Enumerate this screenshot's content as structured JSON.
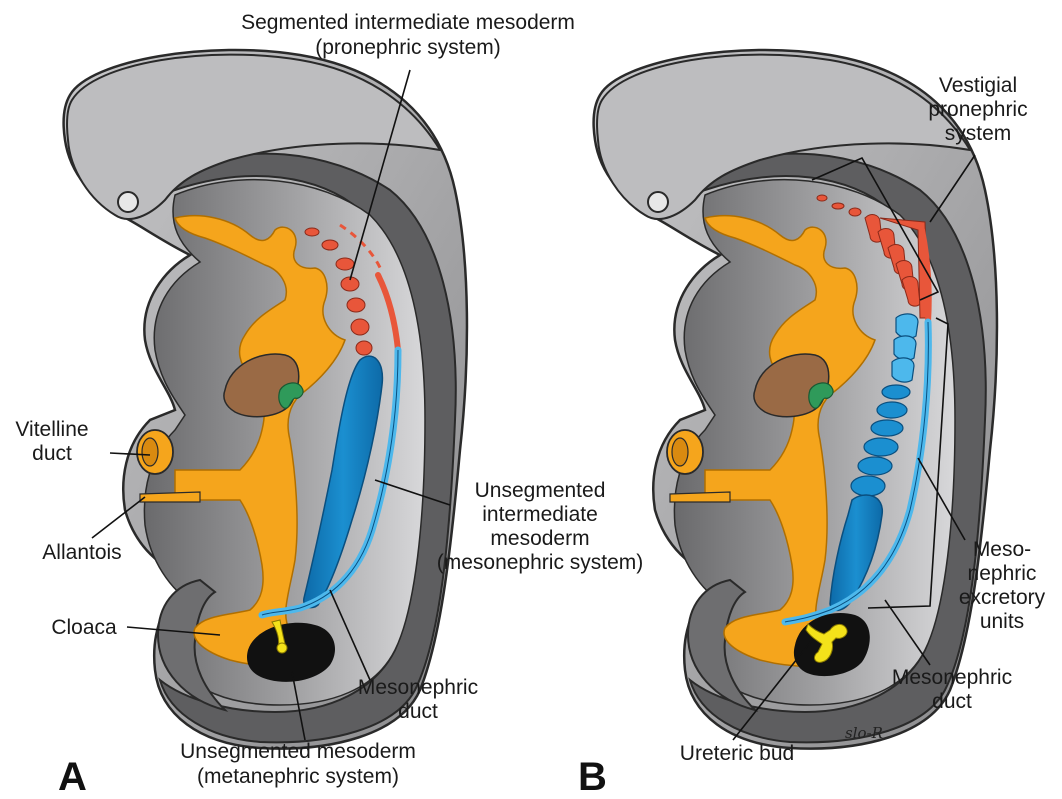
{
  "panels": {
    "a": {
      "letter": "A"
    },
    "b": {
      "letter": "B"
    }
  },
  "labels": {
    "segmented_intermediate_mesoderm": [
      "Segmented intermediate mesoderm",
      "(pronephric system)"
    ],
    "vitelline_duct": [
      "Vitelline",
      "duct"
    ],
    "allantois": [
      "Allantois"
    ],
    "cloaca": [
      "Cloaca"
    ],
    "unsegmented_intermediate_mesoderm": [
      "Unsegmented",
      "intermediate",
      "mesoderm",
      "(mesonephric system)"
    ],
    "mesonephric_duct_a": [
      "Mesonephric",
      "duct"
    ],
    "unsegmented_mesoderm": [
      "Unsegmented mesoderm",
      "(metanephric system)"
    ],
    "vestigial_pronephric_system": [
      "Vestigial",
      "pronephric",
      "system"
    ],
    "mesonephric_excretory_units": [
      "Meso-",
      "nephric",
      "excretory",
      "units"
    ],
    "mesonephric_duct_b": [
      "Mesonephric",
      "duct"
    ],
    "ureteric_bud": [
      "Ureteric bud"
    ]
  },
  "signature": "slo-R",
  "colors": {
    "embryo_outer": "#9a9a9c",
    "embryo_light": "#d4d4d6",
    "embryo_dark": "#5e5e60",
    "gut": "#f5a51c",
    "pronephros": "#e8563a",
    "mesonephros": "#1b8fd0",
    "mesonephric_duct": "#4db8ec",
    "metanephric": "#111111",
    "ureteric_bud": "#f4e21a",
    "liver": "#9a6a45",
    "pancreas": "#2f9a5a"
  }
}
